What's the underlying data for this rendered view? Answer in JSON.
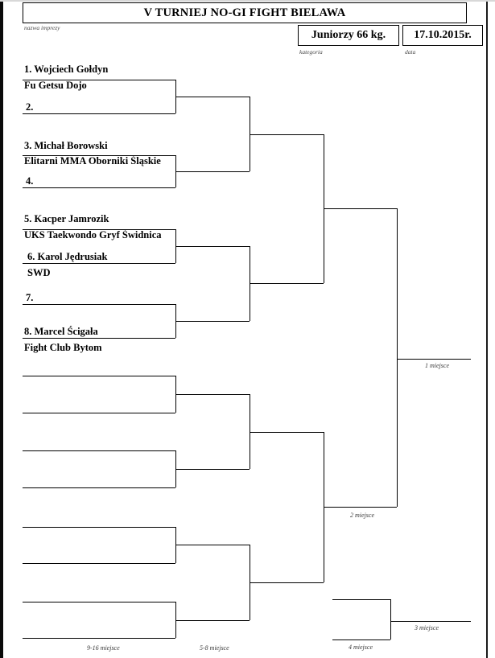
{
  "header": {
    "title": "V TURNIEJ NO-GI FIGHT BIELAWA",
    "title_caption": "nazwa imprezy",
    "category": "Juniorzy 66 kg.",
    "category_caption": "kategoria",
    "date": "17.10.2015r.",
    "date_caption": "data"
  },
  "competitors": [
    {
      "seed": "1. Wojciech Gołdyn",
      "club": "Fu Getsu Dojo"
    },
    {
      "seed": "2.",
      "club": ""
    },
    {
      "seed": "3. Michał Borowski",
      "club": "Elitarni MMA Oborniki Śląskie"
    },
    {
      "seed": "4.",
      "club": ""
    },
    {
      "seed": "5. Kacper Jamrozik",
      "club": "UKS Taekwondo Gryf Świdnica"
    },
    {
      "seed": "6. Karol Jędrusiak",
      "club": "SWD"
    },
    {
      "seed": "7.",
      "club": ""
    },
    {
      "seed": "8. Marcel Ścigała",
      "club": "Fight Club Bytom"
    },
    {
      "seed": "",
      "club": ""
    },
    {
      "seed": "",
      "club": ""
    },
    {
      "seed": "",
      "club": ""
    },
    {
      "seed": "",
      "club": ""
    },
    {
      "seed": "",
      "club": ""
    },
    {
      "seed": "",
      "club": ""
    },
    {
      "seed": "",
      "club": ""
    },
    {
      "seed": "",
      "club": ""
    }
  ],
  "places": {
    "first": "1 miejsce",
    "second": "2 miejsce",
    "third": "3 miejsce",
    "fourth": "4 miejsce"
  },
  "footer": {
    "round1": "9-16 miejsce",
    "round2": "5-8 miejsce",
    "round3": "4 miejsce"
  },
  "colors": {
    "line": "#000000",
    "text": "#000000",
    "caption": "#4a4a4a"
  }
}
